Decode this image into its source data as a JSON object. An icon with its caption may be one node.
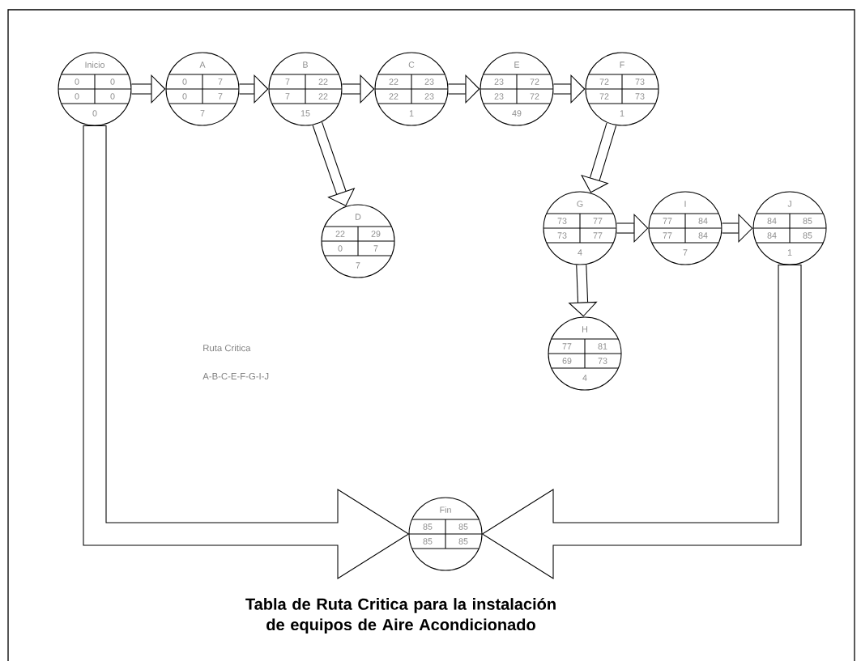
{
  "diagram": {
    "caption": "Tabla de Ruta Critica para la instalación de equipos de Aire Acondicionado",
    "nodes": [
      {
        "text": [
          "Inicio",
          "0",
          "0",
          "0",
          "0",
          "0"
        ]
      },
      {
        "text": [
          "A",
          "0",
          "7",
          "0",
          "7",
          "7"
        ]
      },
      {
        "text": [
          "B",
          "7",
          "22",
          "7",
          "22",
          "15"
        ]
      },
      {
        "text": [
          "C",
          "22",
          "23",
          "22",
          "23",
          "1"
        ]
      },
      {
        "text": [
          "E",
          "23",
          "72",
          "23",
          "72",
          "49"
        ]
      },
      {
        "text": [
          "F",
          "72",
          "73",
          "72",
          "73",
          "1"
        ]
      },
      {
        "text": [
          "D",
          "22",
          "29",
          "0",
          "7",
          "7"
        ]
      },
      {
        "text": [
          "G",
          "73",
          "77",
          "73",
          "77",
          "4"
        ]
      },
      {
        "text": [
          "I",
          "77",
          "84",
          "77",
          "84",
          "7"
        ]
      },
      {
        "text": [
          "J",
          "84",
          "85",
          "84",
          "85",
          "1"
        ]
      },
      {
        "text": [
          "H",
          "77",
          "81",
          "69",
          "73",
          "4"
        ]
      },
      {
        "text": [
          "Fin",
          "85",
          "85",
          "85",
          "85"
        ]
      }
    ],
    "edges": [
      {
        "from": 0,
        "to": 1,
        "arrow": "to"
      },
      {
        "from": 1,
        "to": 2,
        "arrow": "to"
      },
      {
        "from": 2,
        "to": 3,
        "arrow": "to"
      },
      {
        "from": 3,
        "to": 4,
        "arrow": "to"
      },
      {
        "from": 4,
        "to": 5,
        "arrow": "to"
      },
      {
        "from": 2,
        "to": 6,
        "arrow": "to"
      },
      {
        "from": 5,
        "to": 7,
        "arrow": "to"
      },
      {
        "from": 7,
        "to": 8,
        "arrow": "to"
      },
      {
        "from": 8,
        "to": 9,
        "arrow": "to"
      },
      {
        "from": 7,
        "to": 10,
        "arrow": "to"
      },
      {
        "from": 0,
        "to": 11,
        "arrow": "to",
        "style": "thick"
      },
      {
        "from": 9,
        "to": 11,
        "arrow": "to",
        "style": "thick"
      }
    ],
    "labels": [
      "Ruta Critica",
      "A-B-C-E-F-G-I-J"
    ]
  }
}
